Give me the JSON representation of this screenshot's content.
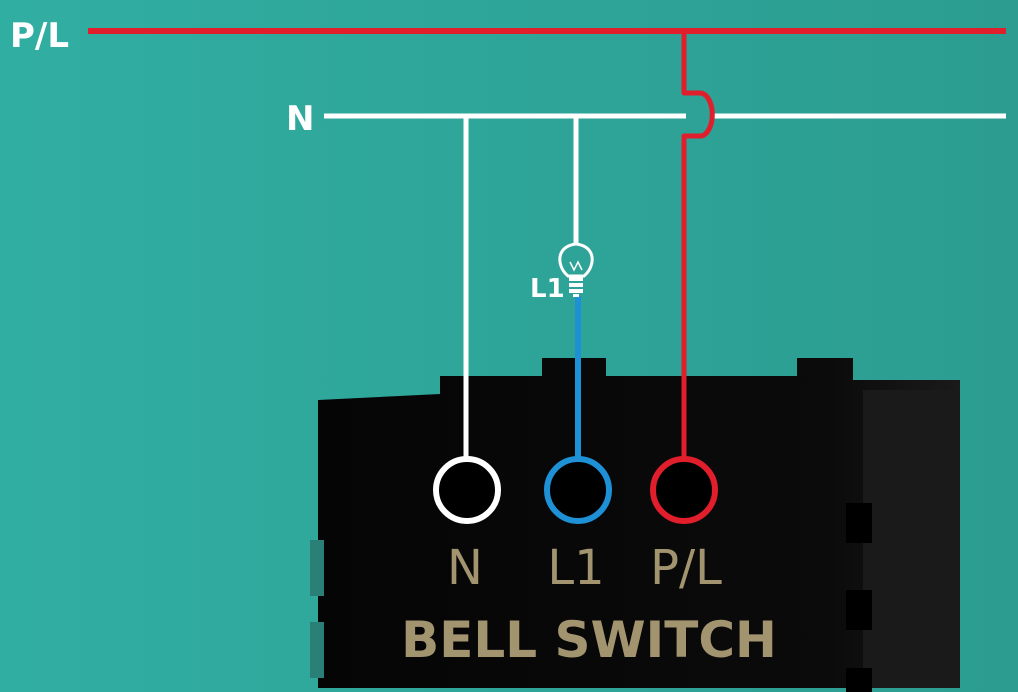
{
  "colors": {
    "background": "#33ADA0",
    "live_wire": "#E11E2B",
    "neutral_wire": "#FFFFFF",
    "load_wire": "#1E90D6",
    "switch_body": "#000000",
    "switch_text": "#A39470"
  },
  "lines": {
    "live_label": "P/L",
    "neutral_label": "N"
  },
  "lamp": {
    "label": "L1",
    "icon": "light-bulb-icon"
  },
  "switch": {
    "title": "BELL SWITCH",
    "terminals": [
      {
        "label": "N",
        "wire": "neutral"
      },
      {
        "label": "L1",
        "wire": "load"
      },
      {
        "label": "P/L",
        "wire": "live"
      }
    ]
  }
}
